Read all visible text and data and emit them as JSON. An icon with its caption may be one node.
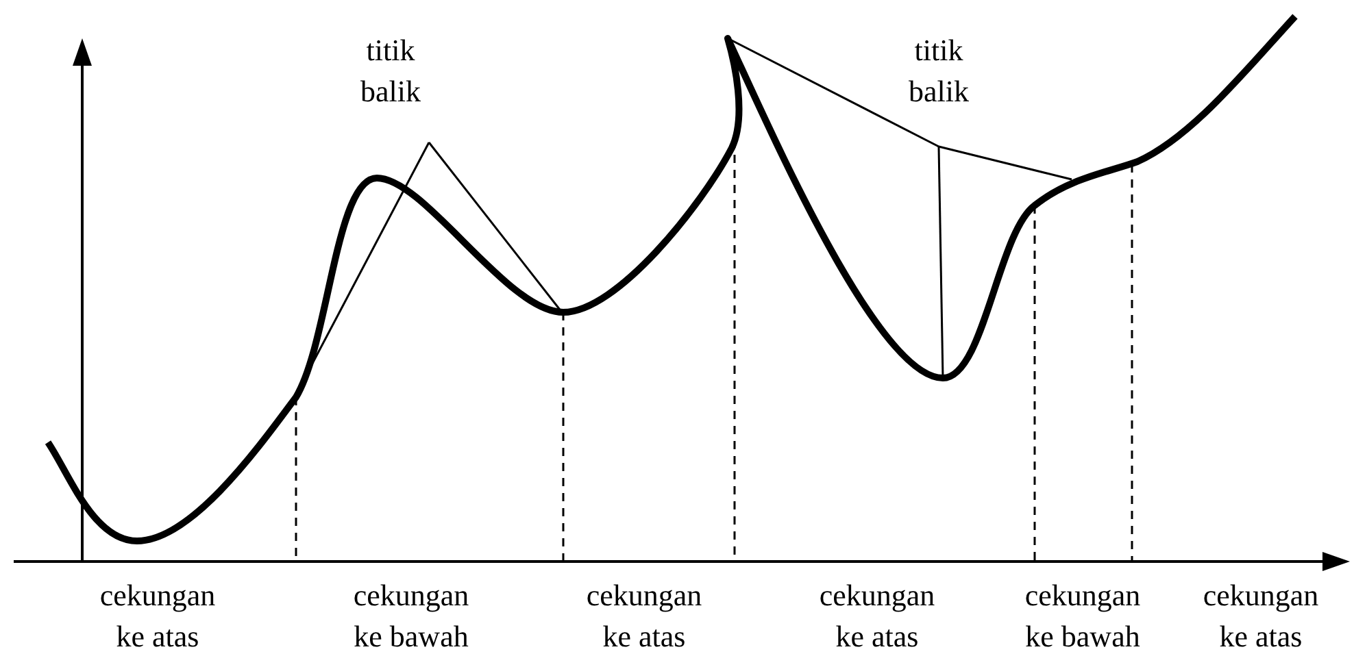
{
  "diagram": {
    "nodes": [
      {
        "text": [
          "titik balik"
        ]
      },
      {
        "text": [
          "titik balik"
        ]
      }
    ],
    "edges": [
      {
        "from": 0,
        "to": null,
        "arrow": "none"
      },
      {
        "from": 0,
        "to": null,
        "arrow": "none"
      },
      {
        "from": 1,
        "to": null,
        "arrow": "none"
      },
      {
        "from": 1,
        "to": null,
        "arrow": "none"
      },
      {
        "from": 1,
        "to": null,
        "arrow": "none"
      }
    ],
    "labels": [
      "cekungan ke atas",
      "cekungan ke bawah",
      "cekungan ke atas",
      "cekungan ke atas",
      "cekungan ke bawah",
      "cekungan ke atas"
    ]
  }
}
